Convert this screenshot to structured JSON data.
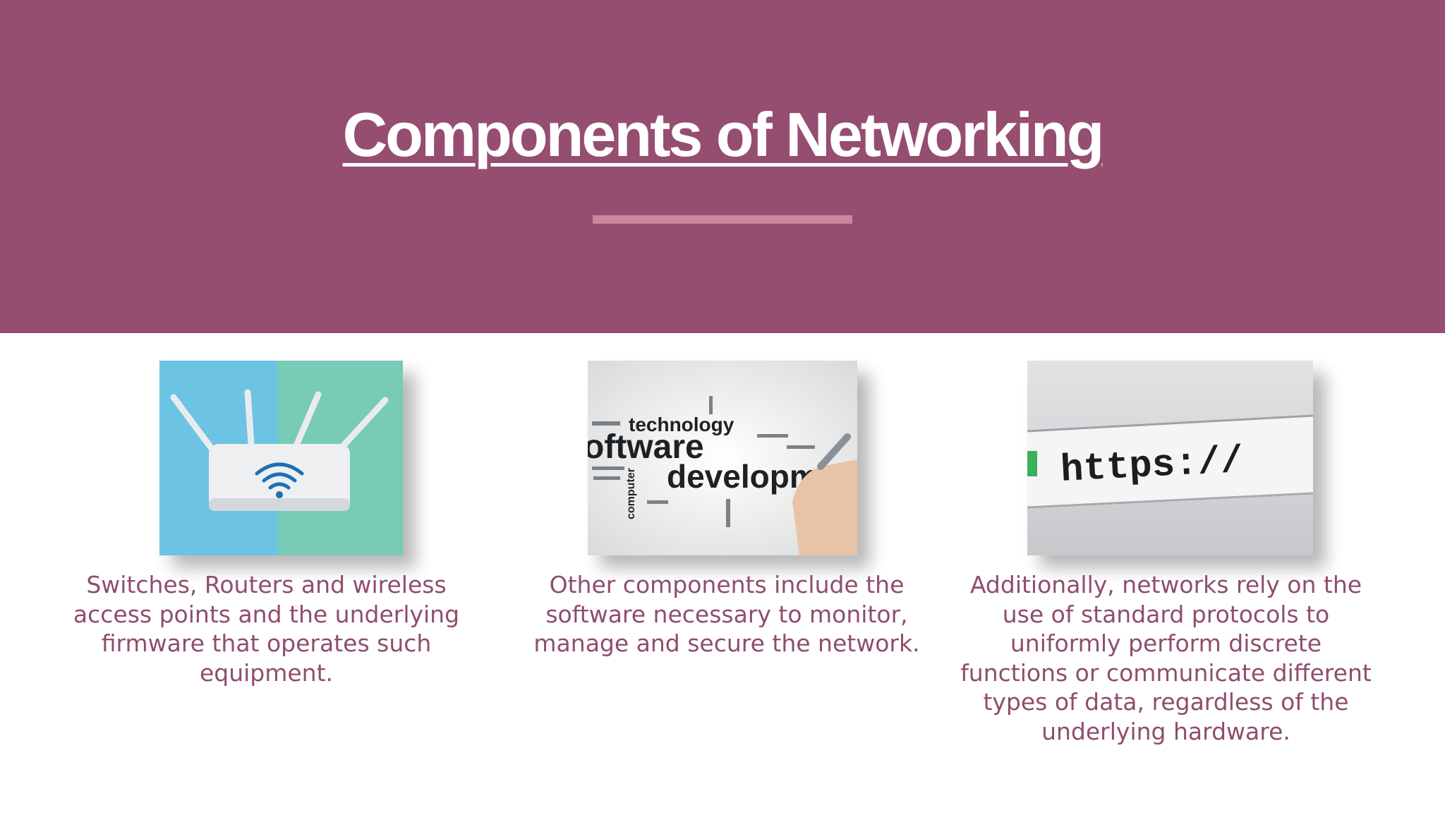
{
  "slide": {
    "title": "Components of Networking",
    "colors": {
      "header_bg": "#954d70",
      "title_text": "#ffffff",
      "accent_rule": "#c9869f",
      "caption_text": "#8f4d6e"
    }
  },
  "cards": [
    {
      "image_icon": "wifi-router-icon",
      "caption": "Switches, Routers and wireless access points and the underlying firmware that operates such equipment."
    },
    {
      "image_icon": "word-cloud-icon",
      "image_words": [
        "technology",
        "oftware",
        "developm",
        "computer"
      ],
      "caption": "Other components include the software necessary to monitor, manage and secure the network."
    },
    {
      "image_icon": "https-address-bar-icon",
      "image_text": "https://",
      "caption": "Additionally, networks rely on the use of standard protocols to uniformly perform discrete functions or communicate different types of data, regardless of the underlying hardware."
    }
  ]
}
